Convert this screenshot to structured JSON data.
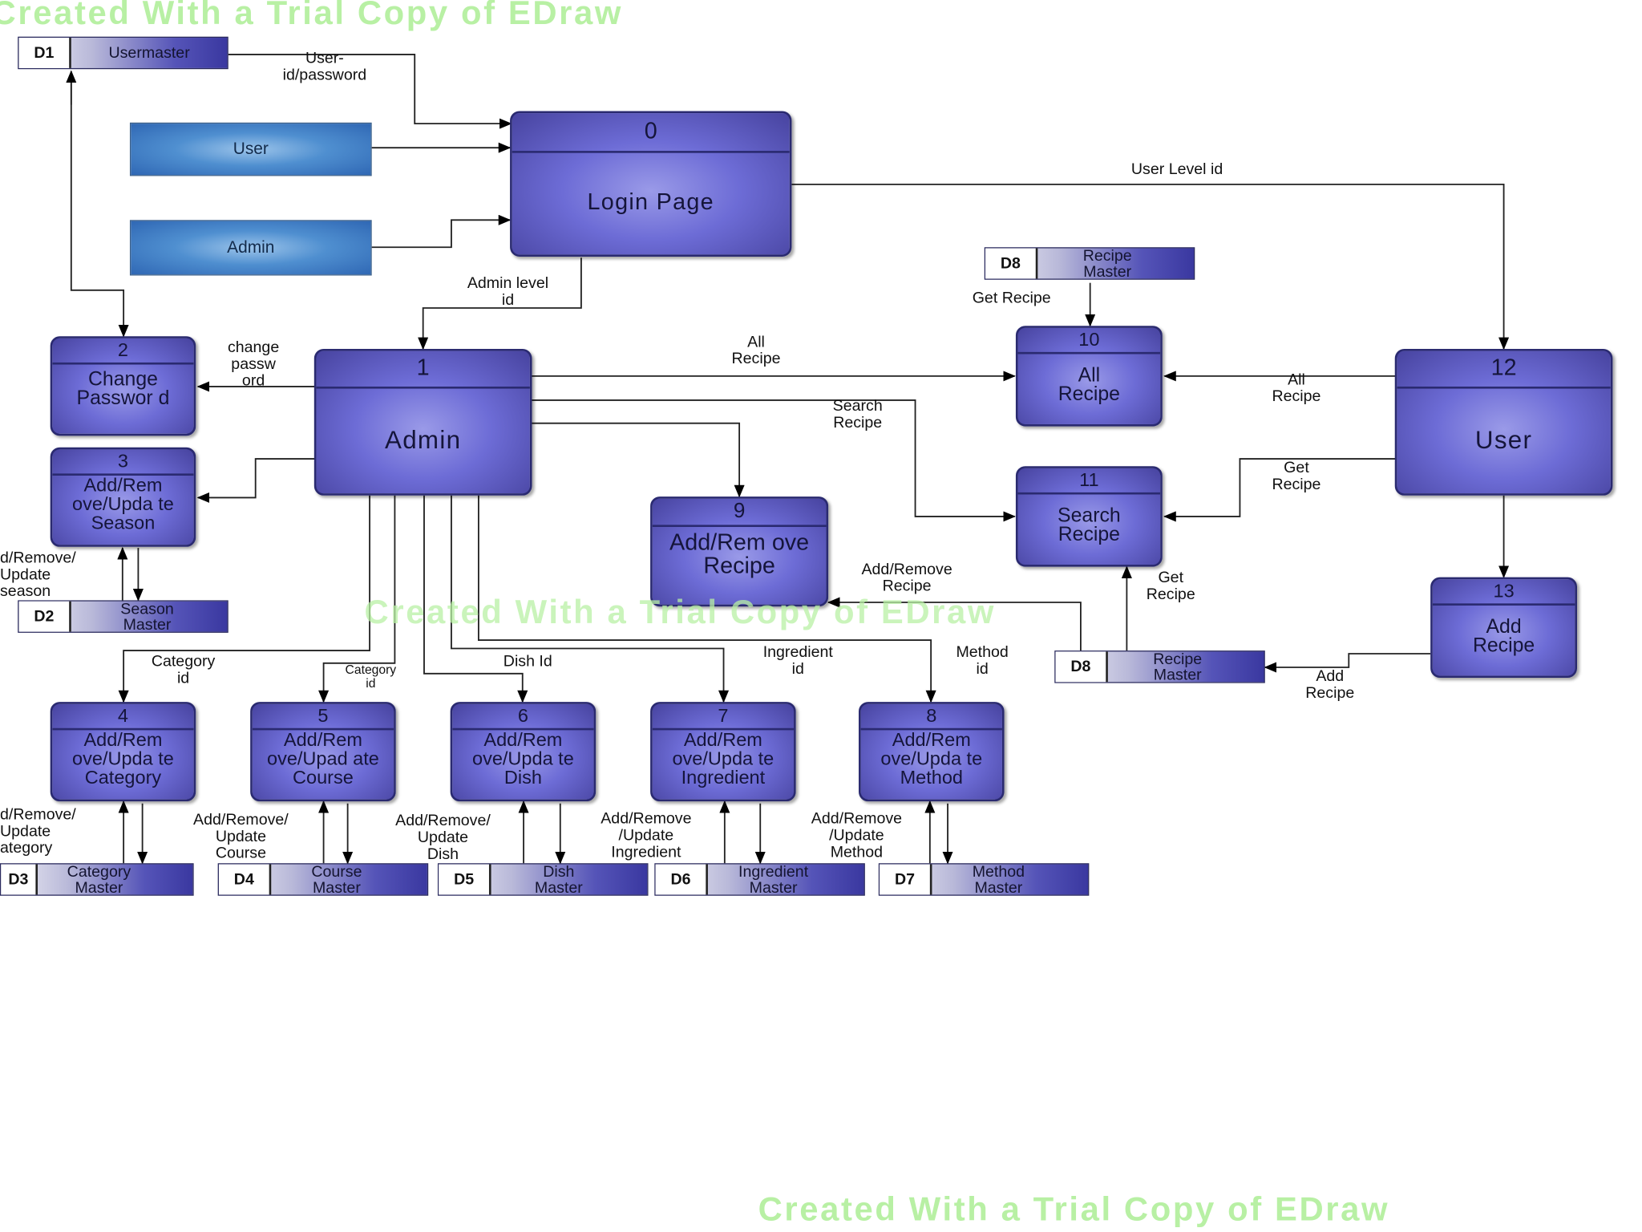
{
  "watermark": "Created With a Trial Copy of EDraw",
  "entities": {
    "user": "User",
    "admin": "Admin"
  },
  "processes": {
    "p0": {
      "num": "0",
      "name": "Login Page"
    },
    "p1": {
      "num": "1",
      "name": "Admin"
    },
    "p2": {
      "num": "2",
      "name": "Change Passwor d"
    },
    "p3": {
      "num": "3",
      "name": "Add/Rem ove/Upda te Season"
    },
    "p4": {
      "num": "4",
      "name": "Add/Rem ove/Upda te Category"
    },
    "p5": {
      "num": "5",
      "name": "Add/Rem ove/Upad ate Course"
    },
    "p6": {
      "num": "6",
      "name": "Add/Rem ove/Upda te Dish"
    },
    "p7": {
      "num": "7",
      "name": "Add/Rem ove/Upda te Ingredient"
    },
    "p8": {
      "num": "8",
      "name": "Add/Rem ove/Upda te Method"
    },
    "p9": {
      "num": "9",
      "name": "Add/Rem ove Recipe"
    },
    "p10": {
      "num": "10",
      "name": "All Recipe"
    },
    "p11": {
      "num": "11",
      "name": "Search Recipe"
    },
    "p12": {
      "num": "12",
      "name": "User"
    },
    "p13": {
      "num": "13",
      "name": "Add Recipe"
    }
  },
  "stores": {
    "d1": {
      "id": "D1",
      "name": "Usermaster"
    },
    "d2": {
      "id": "D2",
      "name": "Season Master"
    },
    "d3": {
      "id": "D3",
      "name": "Category Master"
    },
    "d4": {
      "id": "D4",
      "name": "Course Master"
    },
    "d5": {
      "id": "D5",
      "name": "Dish Master"
    },
    "d6": {
      "id": "D6",
      "name": "Ingredient Master"
    },
    "d7": {
      "id": "D7",
      "name": "Method Master"
    },
    "d8a": {
      "id": "D8",
      "name": "Recipe Master"
    },
    "d8b": {
      "id": "D8",
      "name": "Recipe Master"
    }
  },
  "flows": {
    "user_id_password": "User-\nid/password",
    "user_level_id": "User Level id",
    "admin_level_id": "Admin level\nid",
    "change_password": "change\npassw\nord",
    "all_recipe_admin": "All\nRecipe",
    "search_recipe_admin": "Search\nRecipe",
    "get_recipe_d8": "Get Recipe",
    "all_recipe_user": "All\nRecipe",
    "get_recipe_user": "Get\nRecipe",
    "add_remove_recipe": "Add/Remove\nRecipe",
    "get_recipe_d8b": "Get\nRecipe",
    "add_recipe": "Add\nRecipe",
    "season_update": "d/Remove/\nUpdate\nseason",
    "category_id": "Category\nid",
    "category_id_small": "Category\nid",
    "dish_id": "Dish Id",
    "ingredient_id": "Ingredient\nid",
    "method_id": "Method\nid",
    "category_update": "d/Remove/\nUpdate\nategory",
    "course_update": "Add/Remove/\nUpdate\nCourse",
    "dish_update": "Add/Remove/\nUpdate\nDish",
    "ingredient_update": "Add/Remove\n/Update\nIngredient",
    "method_update": "Add/Remove\n/Update\nMethod"
  }
}
